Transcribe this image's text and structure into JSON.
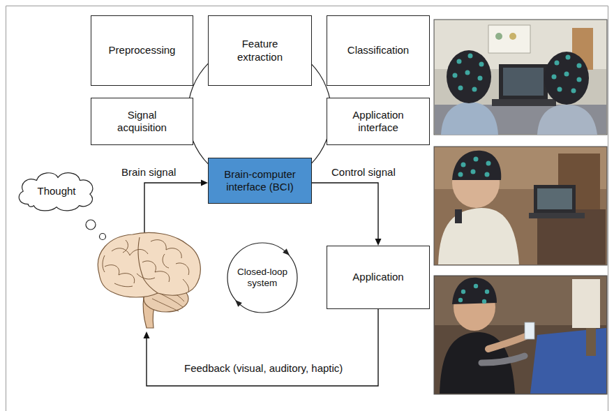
{
  "diagram": {
    "nodes": [
      {
        "text": [
          "Preprocessing"
        ]
      },
      {
        "text": [
          "Feature extraction"
        ]
      },
      {
        "text": [
          "Classification"
        ]
      },
      {
        "text": [
          "Signal acquisition"
        ]
      },
      {
        "text": [
          "Application interface"
        ]
      },
      {
        "text": [
          "Brain-computer interface (BCI)"
        ]
      },
      {
        "text": [
          "Thought"
        ]
      },
      {
        "text": [
          "Closed-loop system"
        ]
      },
      {
        "text": [
          "Application"
        ]
      }
    ],
    "edges": [
      {
        "from": 5,
        "to": 8,
        "arrow": "to",
        "label": "Control signal"
      }
    ],
    "labels": [
      "Brain signal",
      "Feedback (visual, auditory, haptic)"
    ]
  }
}
